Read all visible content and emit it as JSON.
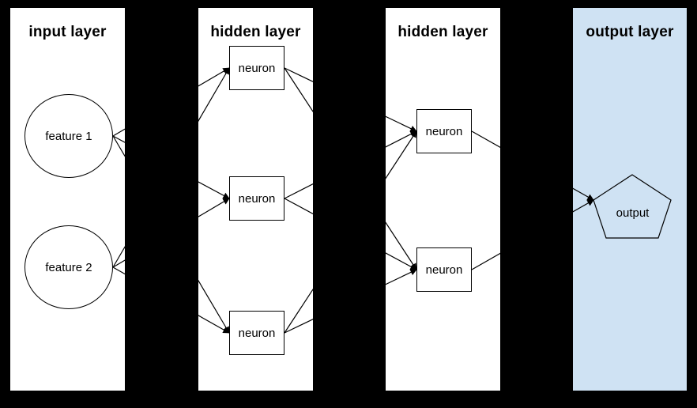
{
  "canvas": {
    "background_color": "#000000",
    "panel_color": "#ffffff",
    "output_panel_color": "#cfe2f3",
    "stroke_color": "#000000"
  },
  "layers": [
    {
      "title": "input layer",
      "background": "#ffffff",
      "nodes": [
        {
          "label": "feature 1",
          "shape": "circle"
        },
        {
          "label": "feature 2",
          "shape": "circle"
        }
      ]
    },
    {
      "title": "hidden layer",
      "background": "#ffffff",
      "nodes": [
        {
          "label": "neuron",
          "shape": "rectangle"
        },
        {
          "label": "neuron",
          "shape": "rectangle"
        },
        {
          "label": "neuron",
          "shape": "rectangle"
        }
      ]
    },
    {
      "title": "hidden layer",
      "background": "#ffffff",
      "nodes": [
        {
          "label": "neuron",
          "shape": "rectangle"
        },
        {
          "label": "neuron",
          "shape": "rectangle"
        }
      ]
    },
    {
      "title": "output layer",
      "background": "#cfe2f3",
      "nodes": [
        {
          "label": "output",
          "shape": "pentagon"
        }
      ]
    }
  ],
  "edges": [
    {
      "from": "input/feature 1",
      "to": "hidden-1/neuron-1"
    },
    {
      "from": "input/feature 1",
      "to": "hidden-1/neuron-2"
    },
    {
      "from": "input/feature 1",
      "to": "hidden-1/neuron-3"
    },
    {
      "from": "input/feature 2",
      "to": "hidden-1/neuron-1"
    },
    {
      "from": "input/feature 2",
      "to": "hidden-1/neuron-2"
    },
    {
      "from": "input/feature 2",
      "to": "hidden-1/neuron-3"
    },
    {
      "from": "hidden-1/neuron-1",
      "to": "hidden-2/neuron-1"
    },
    {
      "from": "hidden-1/neuron-1",
      "to": "hidden-2/neuron-2"
    },
    {
      "from": "hidden-1/neuron-2",
      "to": "hidden-2/neuron-1"
    },
    {
      "from": "hidden-1/neuron-2",
      "to": "hidden-2/neuron-2"
    },
    {
      "from": "hidden-1/neuron-3",
      "to": "hidden-2/neuron-1"
    },
    {
      "from": "hidden-1/neuron-3",
      "to": "hidden-2/neuron-2"
    },
    {
      "from": "hidden-2/neuron-1",
      "to": "output/output"
    },
    {
      "from": "hidden-2/neuron-2",
      "to": "output/output"
    }
  ]
}
